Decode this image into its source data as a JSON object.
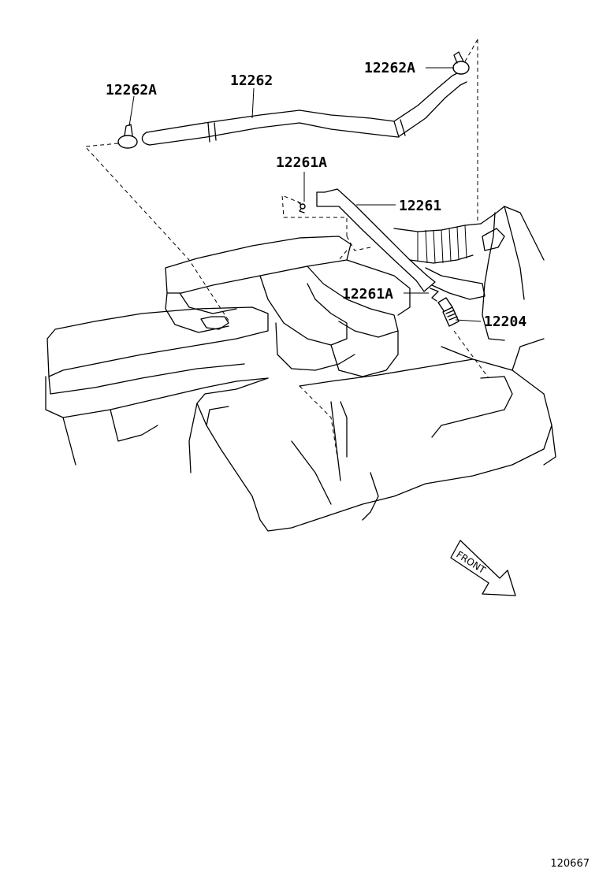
{
  "labels": {
    "clamp_left": "12262A",
    "hose_main": "12262",
    "clamp_right": "12262A",
    "clip_upper": "12261A",
    "hose_pcv": "12261",
    "clip_lower": "12261A",
    "pcv_valve": "12204"
  },
  "front_label": "FRONT",
  "diagram_code": "120667"
}
